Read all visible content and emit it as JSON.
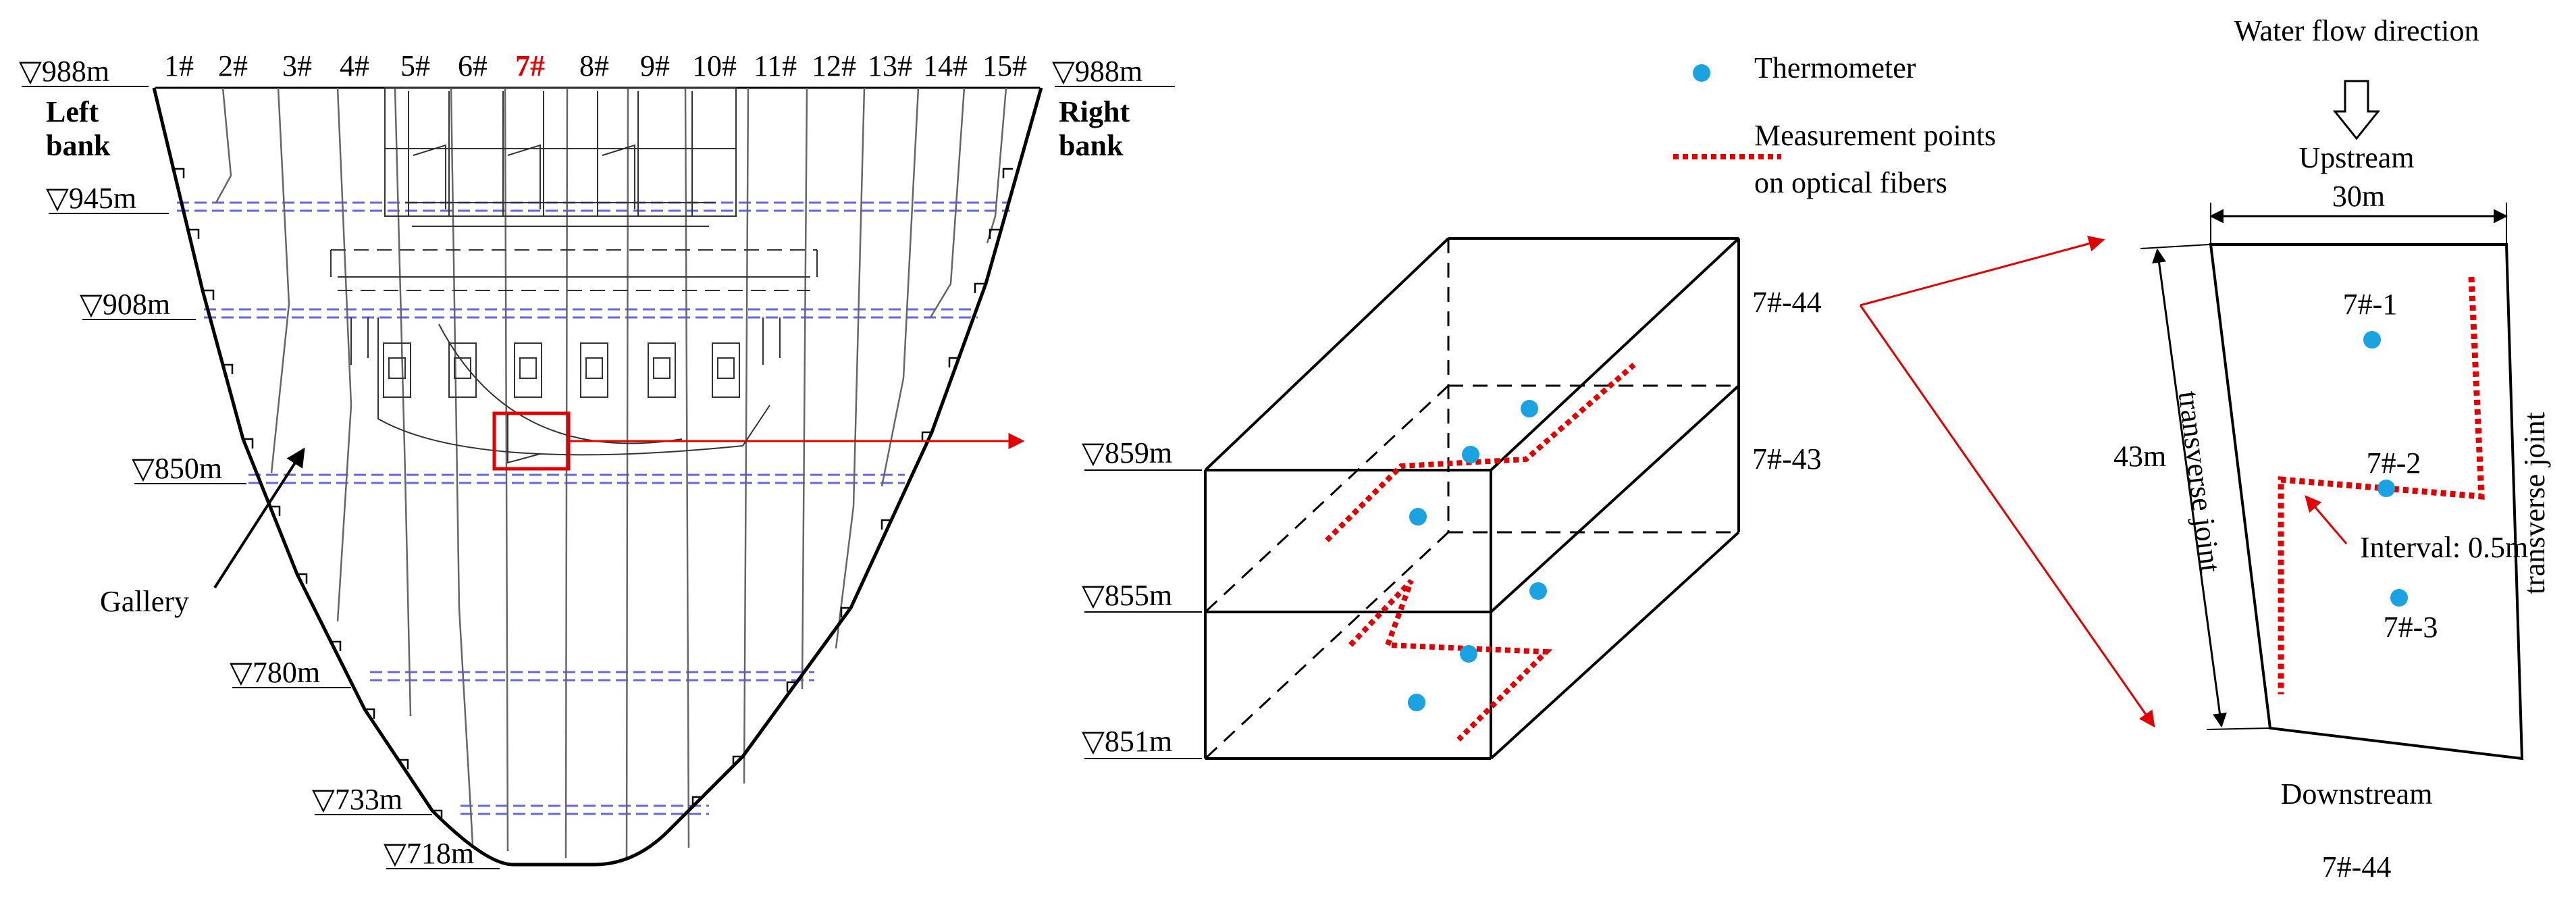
{
  "colors": {
    "highlight": "#e00000",
    "gallery": "#6666dd",
    "thermometer": "#1aa3e0",
    "fiber": "#e00000",
    "line": "#000000",
    "joint": "#666666"
  },
  "dam": {
    "blocks": [
      "1#",
      "2#",
      "3#",
      "4#",
      "5#",
      "6#",
      "7#",
      "8#",
      "9#",
      "10#",
      "11#",
      "12#",
      "13#",
      "14#",
      "15#"
    ],
    "highlight_block": "7#",
    "crest_left": "988m",
    "crest_right": "988m",
    "left_bank": [
      "Left",
      "bank"
    ],
    "right_bank": [
      "Right",
      "bank"
    ],
    "elevations": [
      "945m",
      "908m",
      "850m",
      "780m",
      "733m",
      "718m"
    ],
    "gallery_label": "Gallery"
  },
  "block3d": {
    "top_label": "7#-44",
    "bottom_label": "7#-43",
    "elevations": [
      "859m",
      "855m",
      "851m"
    ]
  },
  "legend": {
    "thermometer": "Thermometer",
    "fibers_line1": "Measurement points",
    "fibers_line2": "on optical fibers",
    "thermometer_icon": "dot",
    "fibers_icon": "dotted-line"
  },
  "plan": {
    "flow_label": "Water flow direction",
    "upstream": "Upstream",
    "downstream": "Downstream",
    "width": "30m",
    "height": "43m",
    "joint_left": "transverse joint",
    "joint_right": "transverse joint",
    "interval": "Interval: 0.5m",
    "sensors": [
      "7#-1",
      "7#-2",
      "7#-3"
    ],
    "caption": "7#-44"
  }
}
